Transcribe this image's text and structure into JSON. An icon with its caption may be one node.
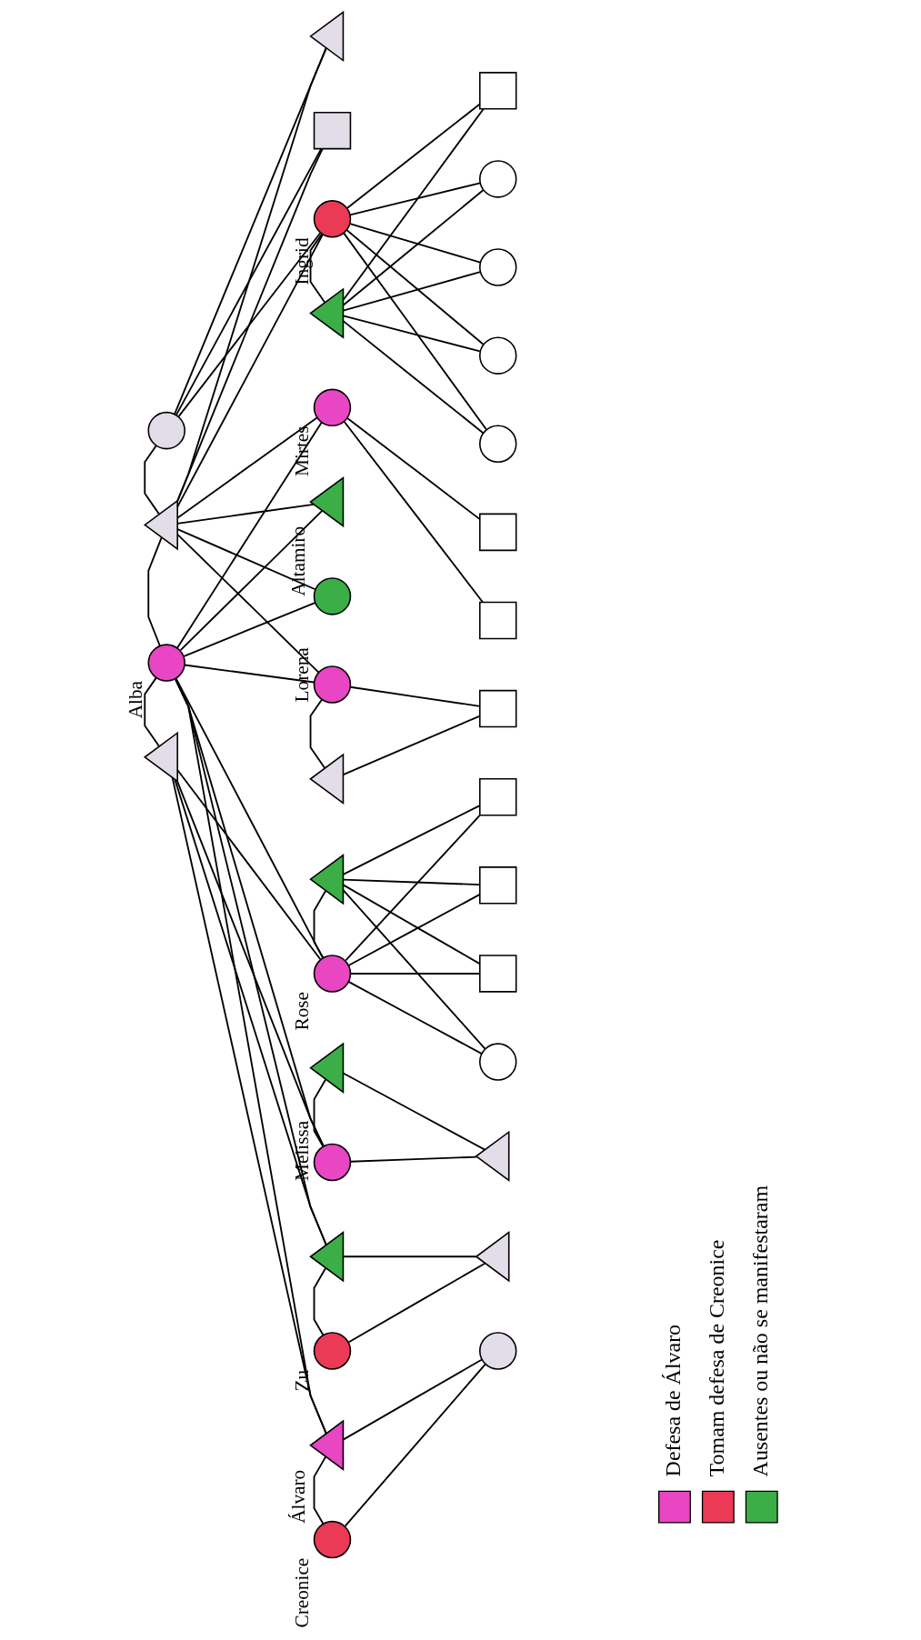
{
  "diagram": {
    "nodes": [
      {
        "text": [],
        "shape": "triangle"
      },
      {
        "text": [
          "Alba"
        ]
      },
      {
        "text": [],
        "shape": "triangle"
      },
      {
        "text": [],
        "shape": "circle"
      },
      {
        "text": [
          "Creonice"
        ]
      },
      {
        "text": [
          "Álvaro"
        ]
      },
      {
        "text": [
          "Zu"
        ]
      },
      {
        "text": [],
        "shape": "triangle"
      },
      {
        "text": [
          "Melissa"
        ]
      },
      {
        "text": [],
        "shape": "triangle"
      },
      {
        "text": [
          "Rose"
        ]
      },
      {
        "text": [],
        "shape": "triangle"
      },
      {
        "text": [],
        "shape": "triangle"
      },
      {
        "text": [
          "Lorena"
        ]
      },
      {
        "text": [],
        "shape": "circle"
      },
      {
        "text": [
          "Altamiro"
        ]
      },
      {
        "text": [
          "Mirtes"
        ]
      },
      {
        "text": [],
        "shape": "triangle"
      },
      {
        "text": [
          "Ingrid"
        ]
      },
      {
        "text": [],
        "shape": "box"
      },
      {
        "text": [],
        "shape": "triangle"
      },
      {
        "text": [],
        "shape": "circle"
      },
      {
        "text": [],
        "shape": "triangle"
      },
      {
        "text": [],
        "shape": "triangle"
      },
      {
        "text": [],
        "shape": "circle"
      },
      {
        "text": [],
        "shape": "box"
      },
      {
        "text": [],
        "shape": "box"
      },
      {
        "text": [],
        "shape": "box"
      },
      {
        "text": [],
        "shape": "box"
      },
      {
        "text": [],
        "shape": "box"
      },
      {
        "text": [],
        "shape": "box"
      },
      {
        "text": [],
        "shape": "circle"
      },
      {
        "text": [],
        "shape": "circle"
      },
      {
        "text": [],
        "shape": "circle"
      },
      {
        "text": [],
        "shape": "circle"
      },
      {
        "text": [],
        "shape": "box"
      }
    ],
    "edges": [
      {
        "from": 0,
        "to": 1,
        "arrow": "none"
      },
      {
        "from": 1,
        "to": 2,
        "arrow": "none"
      },
      {
        "from": 2,
        "to": 3,
        "arrow": "none"
      },
      {
        "from": 0,
        "to": 5,
        "arrow": "none"
      },
      {
        "from": 1,
        "to": 5,
        "arrow": "none"
      },
      {
        "from": 0,
        "to": 7,
        "arrow": "none"
      },
      {
        "from": 1,
        "to": 7,
        "arrow": "none"
      },
      {
        "from": 0,
        "to": 8,
        "arrow": "none"
      },
      {
        "from": 1,
        "to": 8,
        "arrow": "none"
      },
      {
        "from": 0,
        "to": 10,
        "arrow": "none"
      },
      {
        "from": 1,
        "to": 10,
        "arrow": "none"
      },
      {
        "from": 1,
        "to": 13,
        "arrow": "none"
      },
      {
        "from": 2,
        "to": 13,
        "arrow": "none"
      },
      {
        "from": 1,
        "to": 14,
        "arrow": "none"
      },
      {
        "from": 2,
        "to": 14,
        "arrow": "none"
      },
      {
        "from": 1,
        "to": 15,
        "arrow": "none"
      },
      {
        "from": 2,
        "to": 15,
        "arrow": "none"
      },
      {
        "from": 1,
        "to": 16,
        "arrow": "none"
      },
      {
        "from": 2,
        "to": 16,
        "arrow": "none"
      },
      {
        "from": 2,
        "to": 18,
        "arrow": "none"
      },
      {
        "from": 3,
        "to": 18,
        "arrow": "none"
      },
      {
        "from": 2,
        "to": 19,
        "arrow": "none"
      },
      {
        "from": 3,
        "to": 19,
        "arrow": "none"
      },
      {
        "from": 2,
        "to": 20,
        "arrow": "none"
      },
      {
        "from": 3,
        "to": 20,
        "arrow": "none"
      },
      {
        "from": 4,
        "to": 5,
        "arrow": "none"
      },
      {
        "from": 6,
        "to": 7,
        "arrow": "none"
      },
      {
        "from": 8,
        "to": 9,
        "arrow": "none"
      },
      {
        "from": 10,
        "to": 11,
        "arrow": "none"
      },
      {
        "from": 12,
        "to": 13,
        "arrow": "none"
      },
      {
        "from": 17,
        "to": 18,
        "arrow": "none"
      },
      {
        "from": 4,
        "to": 21,
        "arrow": "none"
      },
      {
        "from": 5,
        "to": 21,
        "arrow": "none"
      },
      {
        "from": 6,
        "to": 22,
        "arrow": "none"
      },
      {
        "from": 7,
        "to": 22,
        "arrow": "none"
      },
      {
        "from": 8,
        "to": 23,
        "arrow": "none"
      },
      {
        "from": 9,
        "to": 23,
        "arrow": "none"
      },
      {
        "from": 10,
        "to": 24,
        "arrow": "none"
      },
      {
        "from": 11,
        "to": 24,
        "arrow": "none"
      },
      {
        "from": 10,
        "to": 25,
        "arrow": "none"
      },
      {
        "from": 11,
        "to": 25,
        "arrow": "none"
      },
      {
        "from": 10,
        "to": 26,
        "arrow": "none"
      },
      {
        "from": 11,
        "to": 26,
        "arrow": "none"
      },
      {
        "from": 10,
        "to": 27,
        "arrow": "none"
      },
      {
        "from": 11,
        "to": 27,
        "arrow": "none"
      },
      {
        "from": 12,
        "to": 28,
        "arrow": "none"
      },
      {
        "from": 13,
        "to": 28,
        "arrow": "none"
      },
      {
        "from": 16,
        "to": 29,
        "arrow": "none"
      },
      {
        "from": 16,
        "to": 30,
        "arrow": "none"
      },
      {
        "from": 17,
        "to": 31,
        "arrow": "none"
      },
      {
        "from": 18,
        "to": 31,
        "arrow": "none"
      },
      {
        "from": 17,
        "to": 32,
        "arrow": "none"
      },
      {
        "from": 18,
        "to": 32,
        "arrow": "none"
      },
      {
        "from": 17,
        "to": 33,
        "arrow": "none"
      },
      {
        "from": 18,
        "to": 33,
        "arrow": "none"
      },
      {
        "from": 17,
        "to": 34,
        "arrow": "none"
      },
      {
        "from": 18,
        "to": 34,
        "arrow": "none"
      },
      {
        "from": 17,
        "to": 35,
        "arrow": "none"
      },
      {
        "from": 18,
        "to": 35,
        "arrow": "none"
      }
    ],
    "legend": [
      {
        "text": "Defesa de Álvaro",
        "color": "#e846c2"
      },
      {
        "text": "Tomam defesa de Creonice",
        "color": "#ea3a55"
      },
      {
        "text": "Ausentes ou não se manifestaram",
        "color": "#3cae48"
      }
    ]
  }
}
